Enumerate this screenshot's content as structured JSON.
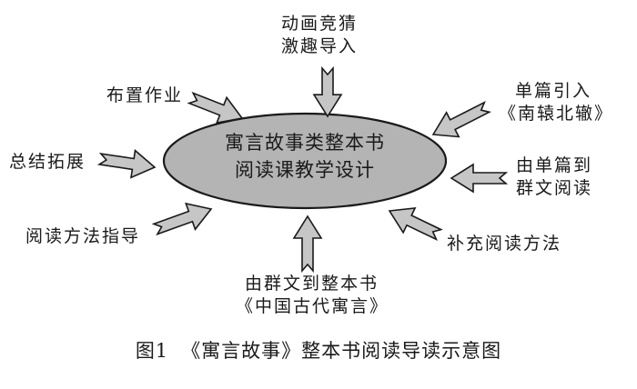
{
  "diagram": {
    "center": {
      "line1": "寓言故事类整本书",
      "line2": "阅读课教学设计"
    },
    "nodes": {
      "top": {
        "line1": "动画竞猜",
        "line2": "激趣导入"
      },
      "top_right": {
        "line1": "单篇引入",
        "line2": "《南辕北辙》"
      },
      "right": {
        "line1": "由单篇到",
        "line2": "群文阅读"
      },
      "bottom_right": {
        "line1": "补充阅读方法"
      },
      "bottom": {
        "line1": "由群文到整本书",
        "line2": "《中国古代寓言》"
      },
      "bottom_left": {
        "line1": "阅读方法指导"
      },
      "left": {
        "line1": "总结拓展"
      },
      "top_left": {
        "line1": "布置作业"
      }
    },
    "caption": {
      "figure": "图1",
      "text": "《寓言故事》整本书阅读导读示意图"
    },
    "colors": {
      "ellipse_fill": "#b4b4b4",
      "arrow_fill": "#c6c6c6",
      "stroke": "#1a1a1a",
      "text": "#1a1a1a"
    }
  }
}
